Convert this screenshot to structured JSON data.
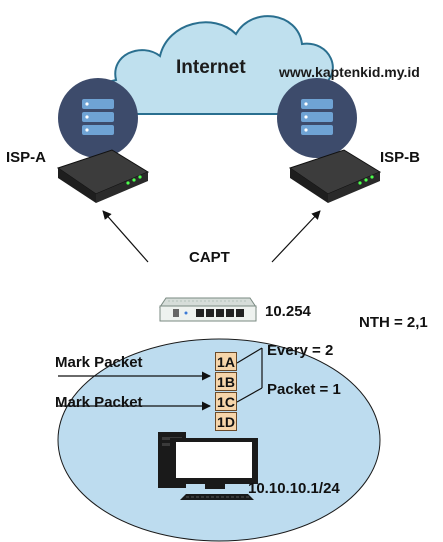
{
  "labels": {
    "internet": "Internet",
    "website": "www.kaptenkid.my.id",
    "isp_a": "ISP-A",
    "isp_b": "ISP-B",
    "capt": "CAPT",
    "router_ip": "10.254",
    "nth": "NTH = 2,1",
    "mark_packet_1": "Mark Packet",
    "mark_packet_2": "Mark Packet",
    "every": "Every = 2",
    "packet": "Packet = 1",
    "subnet": "10.10.10.1/24"
  },
  "packets": [
    "1A",
    "1B",
    "1C",
    "1D"
  ],
  "colors": {
    "cloud_fill": "#bfe0ee",
    "cloud_stroke": "#2a6f8f",
    "lan_fill": "#bddcef",
    "server_circle": "#3d4b6b",
    "packet_fill": "#f6d5aa"
  }
}
